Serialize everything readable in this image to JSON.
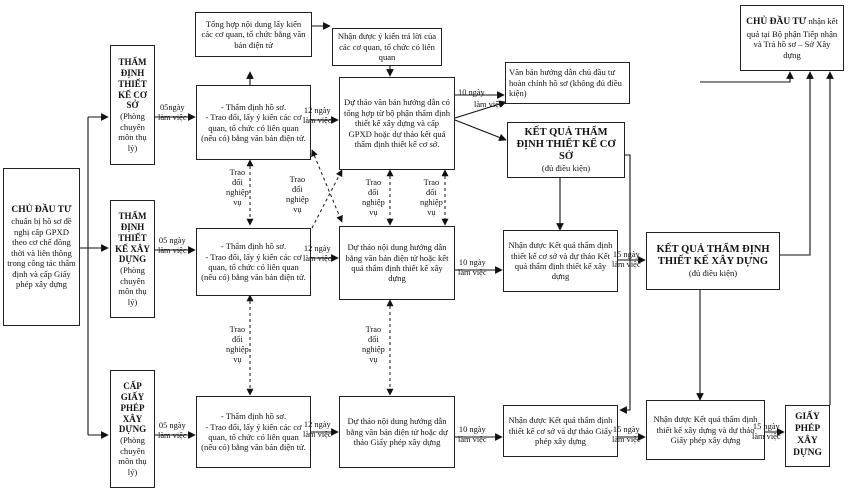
{
  "investor": {
    "title": "CHỦ ĐẦU TƯ",
    "text": "chuẩn bị hồ sơ đề nghị cấp GPXD theo cơ chế đồng thời và liên thông trong công tác thẩm định và cấp Giấy phép xây dựng"
  },
  "receive": {
    "title": "CHỦ ĐẦU TƯ",
    "text": "nhận kết quả  tại Bộ phận Tiếp nhận và Trả hồ sơ – Sở Xây dựng"
  },
  "lanes": [
    {
      "title": "THẨM ĐỊNH THIẾT KẾ CƠ SỞ",
      "sub": "(Phòng chuyên môn thụ lý)",
      "review_line1": "- Thẩm định hồ sơ.",
      "review_line2": "- Trao đổi, lấy ý kiến các cơ quan, tổ chức có liên quan (nếu có) bằng văn bản điện tử.",
      "draft": "Dự thảo văn bản hướng dẫn có tổng hợp từ bộ phận thẩm định thiết kế xây dựng và cấp GPXD hoặc dự thảo kết quả thẩm định thiết kế cơ sở."
    },
    {
      "title": "THẨM ĐỊNH THIẾT KẾ XÂY DỰNG",
      "sub": "(Phòng chuyên môn thụ lý)",
      "review_line1": "- Thẩm định hồ sơ.",
      "review_line2": "- Trao đổi, lấy ý kiến các cơ quan, tổ chức có liên quan (nếu có) bằng văn bản điện tử.",
      "draft": "Dự thảo nội dung hướng dẫn bằng văn bản điện tử hoặc kết quả thẩm định thiết kế xây dựng"
    },
    {
      "title": "CẤP GIẤY PHÉP XÂY DỰNG",
      "sub": "(Phòng chuyên môn thụ lý)",
      "review_line1": "- Thẩm định hồ sơ.",
      "review_line2": "- Trao đổi, lấy ý kiến các cơ quan, tổ chức có liên quan (nếu có) bằng văn bản điện tử.",
      "draft": "Dự thảo nội dung hướng dẫn bằng văn bản điện tử hoặc dự thảo Giấy phép xây dựng"
    }
  ],
  "top_notes": {
    "summary": "Tổng hợp nội dung lấy kiến các cơ quan, tổ chức bằng văn bản điện tử",
    "opinions": "Nhận được ý kiến trả lời của các cơ quan, tổ chức có liên quan"
  },
  "guidance_doc": "Văn bản hướng dẫn chủ đầu tư hoàn chỉnh hồ sơ (không đủ điều kiện)",
  "result_base": {
    "title": "KẾT QUẢ THẨM ĐỊNH THIẾT KẾ CƠ SỞ",
    "sub": "(đủ điều kiện)"
  },
  "mid_receive": "Nhận được Kết quả thẩm định thiết kế cơ sở và dự thảo Kết quả thẩm định thiết kế xây dựng",
  "result_design": {
    "title": "KẾT QUẢ THẨM ĐỊNH THIẾT KẾ XÂY DỰNG",
    "sub": "(đủ điều kiện)"
  },
  "bottom_receive": "Nhận được Kết quả thẩm định thiết kế cơ sở và dự thảo Giấy phép xây dựng",
  "final_receive": "Nhận được Kết quả thẩm định thiết kế xây dựng và dự thảo Giấy phép xây dựng",
  "permit": "GIẤY PHÉP XÂY DỰNG",
  "labels": {
    "d05_a": "05ngày",
    "d05_b": "05 ngày",
    "d05_c": "05 ngày",
    "work": "làm việc",
    "d12_a": "12 ngày",
    "d12_b": "12 ngày",
    "d12_c": "12 ngày",
    "d10": "10 ngày",
    "d15": "15 ngày",
    "exchange": [
      "Trao",
      "đổi",
      "nghiệp",
      "vụ"
    ]
  }
}
